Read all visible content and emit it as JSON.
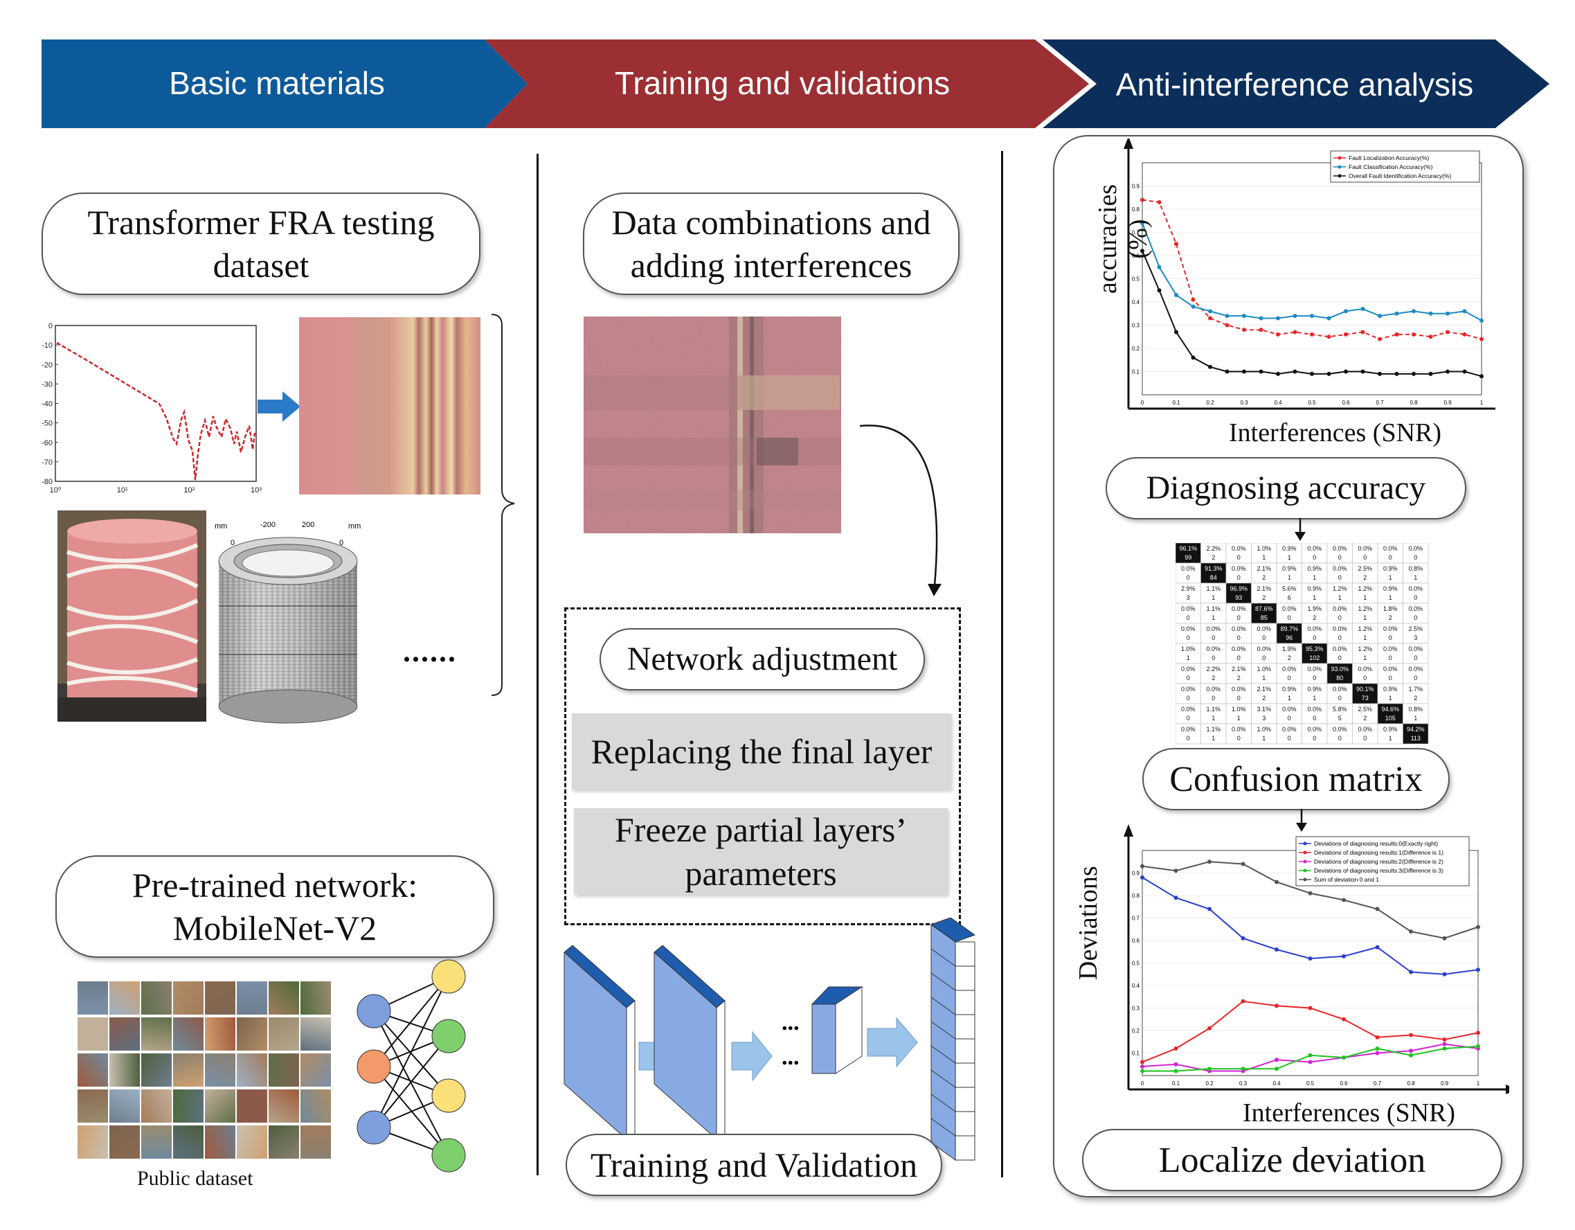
{
  "header": {
    "basic": "Basic materials",
    "training": "Training and validations",
    "anti": "Anti-interference analysis",
    "colors": {
      "basic": "#0d5a9a",
      "training": "#9b2f33",
      "anti": "#0c2e5a"
    }
  },
  "col1": {
    "fra_title": "Transformer FRA testing dataset",
    "fra_yticks": [
      "0",
      "-10",
      "-20",
      "-30",
      "-40",
      "-50",
      "-60",
      "-70",
      "-80"
    ],
    "fra_xticks": [
      "10⁰",
      "10¹",
      "10²",
      "10³"
    ],
    "model_axes": {
      "mm_left": "mm",
      "n200": "-200",
      "p200": "200",
      "mm_right": "mm",
      "zero1": "0",
      "zero2": "0"
    },
    "ellipsis": "......",
    "pretrained_title": "Pre-trained network: MobileNet-V2",
    "public_dataset": "Public dataset"
  },
  "col2": {
    "combo_title": "Data combinations and adding interferences",
    "network_adjustment": "Network adjustment",
    "replace_final": "Replacing the final layer",
    "freeze": "Freeze partial layers’ parameters",
    "cnn_dots": "...",
    "training_validation": "Training and Validation"
  },
  "col3": {
    "accuracy_ylabel": "accuracies (%)",
    "accuracy_xlabel": "Interferences (SNR)",
    "diagnosing_accuracy": "Diagnosing accuracy",
    "confusion_matrix_title": "Confusion matrix",
    "deviation_ylabel": "Deviations",
    "deviation_xlabel": "Interferences (SNR)",
    "localize_deviation": "Localize deviation"
  },
  "chart_data": [
    {
      "type": "line",
      "x": [
        0,
        0.05,
        0.1,
        0.15,
        0.2,
        0.25,
        0.3,
        0.35,
        0.4,
        0.45,
        0.5,
        0.55,
        0.6,
        0.65,
        0.7,
        0.75,
        0.8,
        0.85,
        0.9,
        0.95,
        1
      ],
      "ylim": [
        0,
        1
      ],
      "xticks": [
        "0",
        "0.1",
        "0.2",
        "0.3",
        "0.4",
        "0.5",
        "0.6",
        "0.7",
        "0.8",
        "0.9",
        "1"
      ],
      "yticks": [
        "0.1",
        "0.2",
        "0.3",
        "0.4",
        "0.5",
        "0.6",
        "0.7",
        "0.8",
        "0.9"
      ],
      "series": [
        {
          "name": "Fault Localization Accuracy(%)",
          "color": "#e8262a",
          "values": [
            0.84,
            0.83,
            0.65,
            0.41,
            0.33,
            0.3,
            0.28,
            0.28,
            0.26,
            0.27,
            0.26,
            0.25,
            0.26,
            0.27,
            0.24,
            0.26,
            0.26,
            0.25,
            0.27,
            0.26,
            0.24
          ]
        },
        {
          "name": "Fault Classification Accuracy(%)",
          "color": "#1c8bc4",
          "values": [
            0.74,
            0.55,
            0.43,
            0.38,
            0.36,
            0.34,
            0.34,
            0.33,
            0.33,
            0.34,
            0.34,
            0.33,
            0.36,
            0.37,
            0.34,
            0.35,
            0.36,
            0.35,
            0.35,
            0.36,
            0.32
          ]
        },
        {
          "name": "Overall Fault Identification Accuracy(%)",
          "color": "#111111",
          "values": [
            0.62,
            0.45,
            0.27,
            0.16,
            0.12,
            0.1,
            0.1,
            0.1,
            0.09,
            0.1,
            0.09,
            0.09,
            0.1,
            0.1,
            0.09,
            0.09,
            0.09,
            0.09,
            0.1,
            0.1,
            0.08
          ]
        }
      ]
    },
    {
      "type": "heatmap",
      "title": "Confusion matrix",
      "cells": [
        [
          "96.1%|99",
          "2.2%|2",
          "0.0%|0",
          "1.0%|1",
          "0.9%|1",
          "0.0%|0",
          "0.0%|0",
          "0.0%|0",
          "0.0%|0",
          "0.0%|0"
        ],
        [
          "0.0%|0",
          "91.3%|84",
          "0.0%|0",
          "2.1%|2",
          "0.9%|1",
          "0.9%|1",
          "0.0%|0",
          "2.5%|2",
          "0.9%|1",
          "0.8%|1"
        ],
        [
          "2.9%|3",
          "1.1%|1",
          "96.9%|93",
          "2.1%|2",
          "5.6%|6",
          "0.9%|1",
          "1.2%|1",
          "1.2%|1",
          "0.9%|1",
          "0.0%|0"
        ],
        [
          "0.0%|0",
          "1.1%|1",
          "0.0%|0",
          "87.6%|85",
          "0.0%|0",
          "1.9%|2",
          "0.0%|0",
          "1.2%|1",
          "1.8%|2",
          "0.0%|0"
        ],
        [
          "0.0%|0",
          "0.0%|0",
          "0.0%|0",
          "0.0%|0",
          "89.7%|96",
          "0.0%|0",
          "0.0%|0",
          "1.2%|1",
          "0.0%|0",
          "2.5%|3"
        ],
        [
          "1.0%|1",
          "0.0%|0",
          "0.0%|0",
          "0.0%|0",
          "1.9%|2",
          "95.3%|102",
          "0.0%|0",
          "1.2%|1",
          "0.0%|0",
          "0.0%|0"
        ],
        [
          "0.0%|0",
          "2.2%|2",
          "2.1%|2",
          "1.0%|1",
          "0.0%|0",
          "0.0%|0",
          "93.0%|80",
          "0.0%|0",
          "0.0%|0",
          "0.0%|0"
        ],
        [
          "0.0%|0",
          "0.0%|0",
          "0.0%|0",
          "2.1%|2",
          "0.9%|1",
          "0.9%|1",
          "0.0%|0",
          "90.1%|73",
          "0.9%|1",
          "1.7%|2"
        ],
        [
          "0.0%|0",
          "1.1%|1",
          "1.0%|1",
          "3.1%|3",
          "0.0%|0",
          "0.0%|0",
          "5.8%|5",
          "2.5%|2",
          "94.6%|105",
          "0.8%|1"
        ],
        [
          "0.0%|0",
          "1.1%|1",
          "0.0%|0",
          "1.0%|1",
          "0.0%|0",
          "0.0%|0",
          "0.0%|0",
          "0.0%|0",
          "0.9%|1",
          "94.2%|113"
        ]
      ]
    },
    {
      "type": "line",
      "x": [
        0,
        0.1,
        0.2,
        0.3,
        0.4,
        0.5,
        0.6,
        0.7,
        0.8,
        0.9,
        1
      ],
      "ylim": [
        0,
        1
      ],
      "xticks": [
        "0",
        "0.1",
        "0.2",
        "0.3",
        "0.4",
        "0.5",
        "0.6",
        "0.7",
        "0.8",
        "0.9",
        "1"
      ],
      "yticks": [
        "0.1",
        "0.2",
        "0.3",
        "0.4",
        "0.5",
        "0.6",
        "0.7",
        "0.8",
        "0.9"
      ],
      "series": [
        {
          "name": "Deviations of diagnosing results:0(Exactly right)",
          "color": "#2a3fd0",
          "values": [
            0.88,
            0.79,
            0.74,
            0.61,
            0.56,
            0.52,
            0.53,
            0.57,
            0.46,
            0.45,
            0.47
          ]
        },
        {
          "name": "Deviations of diagnosing results:1(Difference is 1)",
          "color": "#e8262a",
          "values": [
            0.06,
            0.12,
            0.21,
            0.33,
            0.31,
            0.3,
            0.25,
            0.17,
            0.18,
            0.16,
            0.19
          ]
        },
        {
          "name": "Deviations of diagnosing results:2(Difference is 2)",
          "color": "#d322d3",
          "values": [
            0.04,
            0.05,
            0.02,
            0.02,
            0.07,
            0.06,
            0.08,
            0.1,
            0.11,
            0.14,
            0.12
          ]
        },
        {
          "name": "Deviations of diagnosing results:3(Difference is 3)",
          "color": "#1ec41e",
          "values": [
            0.02,
            0.02,
            0.03,
            0.03,
            0.03,
            0.09,
            0.08,
            0.12,
            0.09,
            0.12,
            0.13
          ]
        },
        {
          "name": "Sum of deviation 0 and 1",
          "color": "#555555",
          "values": [
            0.93,
            0.91,
            0.95,
            0.94,
            0.86,
            0.81,
            0.78,
            0.74,
            0.64,
            0.61,
            0.66
          ]
        }
      ]
    }
  ]
}
